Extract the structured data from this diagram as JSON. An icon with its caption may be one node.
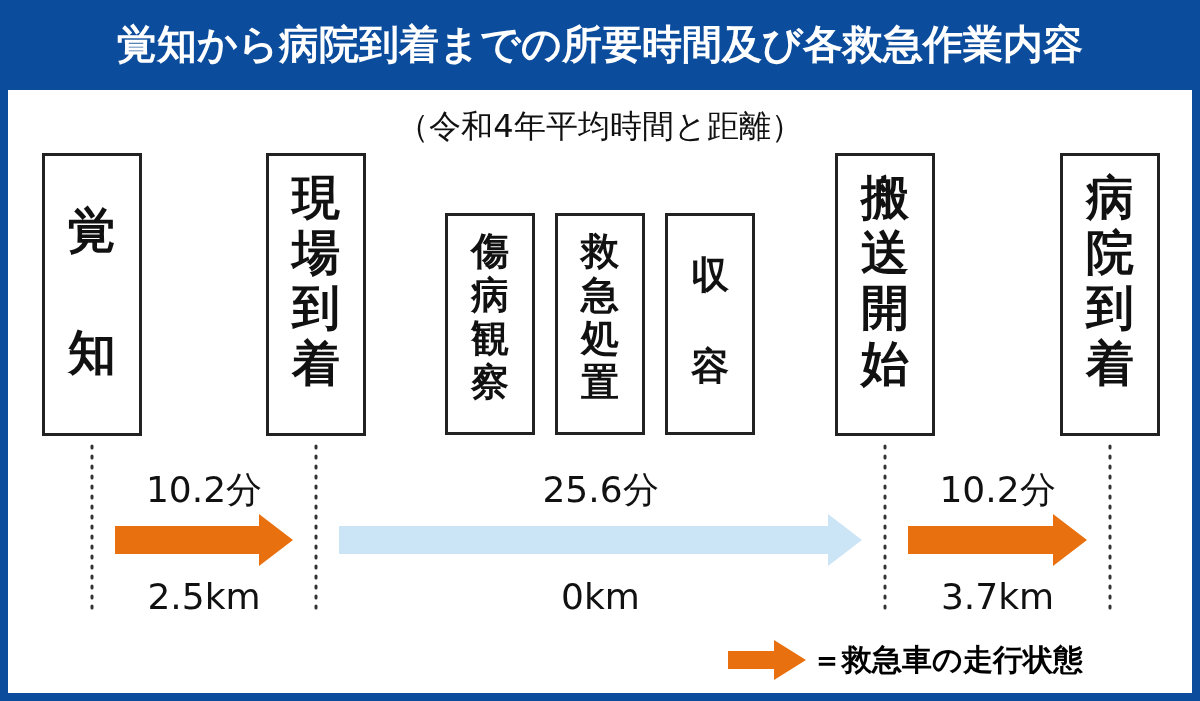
{
  "diagram": {
    "title": "覚知から病院到着までの所要時間及び各救急作業内容",
    "nodes": [
      {
        "text": [
          "覚知"
        ]
      },
      {
        "text": [
          "現場到着"
        ]
      },
      {
        "text": [
          "傷病観察"
        ]
      },
      {
        "text": [
          "救急処置"
        ]
      },
      {
        "text": [
          "収容"
        ]
      },
      {
        "text": [
          "搬送開始"
        ]
      },
      {
        "text": [
          "病院到着"
        ]
      }
    ],
    "labels": [
      "（令和4年平均時間と距離）",
      "10.2分",
      "25.6分",
      "10.2分",
      "2.5km",
      "0km",
      "3.7km"
    ],
    "legend": [
      {
        "text": "＝救急車の走行状態"
      }
    ]
  }
}
